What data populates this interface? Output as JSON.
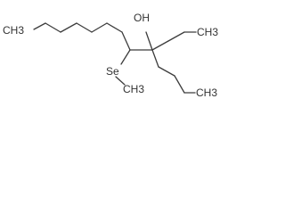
{
  "molecule": {
    "labels": {
      "methyl_left": "CH3",
      "hydroxyl": "OH",
      "selenium": "Se",
      "methyl_se": "CH3",
      "methyl_top_right": "CH3",
      "methyl_bottom_right": "CH3"
    }
  },
  "colors": {
    "bond": "#3c3c3c",
    "label": "#333333",
    "background": "#ffffff"
  }
}
